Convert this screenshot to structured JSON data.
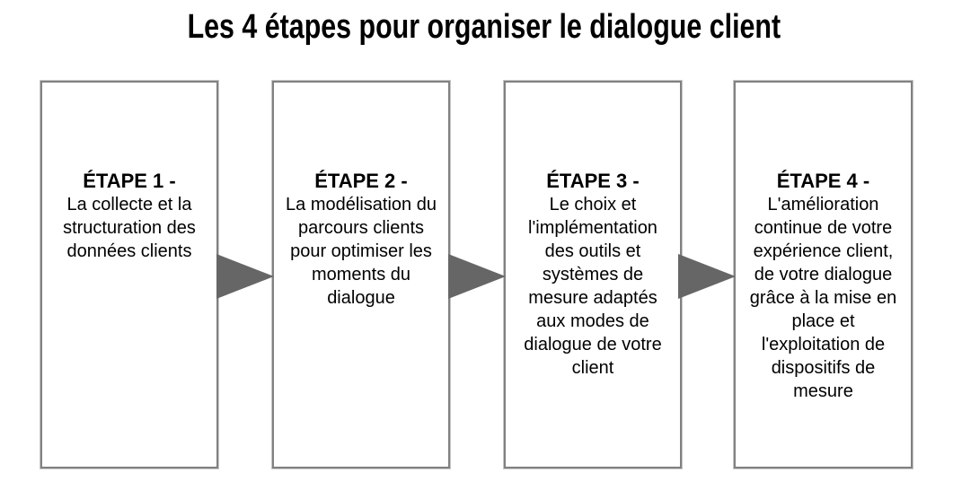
{
  "title": "Les 4 étapes pour organiser le dialogue client",
  "colors": {
    "background": "#ffffff",
    "text": "#000000",
    "box_border": "#818181",
    "arrow": "#666666"
  },
  "steps": [
    {
      "heading": "ÉTAPE 1 -",
      "body": "La collecte et la\nstructuration des\ndonnées clients"
    },
    {
      "heading": "ÉTAPE 2 -",
      "body": "La modélisation du\nparcours clients\npour optimiser les\nmoments du\ndialogue"
    },
    {
      "heading": "ÉTAPE 3 -",
      "body": "Le choix et\nl'implémentation\ndes outils et\nsystèmes de\nmesure adaptés\naux modes de\ndialogue de votre\nclient"
    },
    {
      "heading": "ÉTAPE 4 -",
      "body": "L'amélioration\ncontinue de votre\nexpérience client,\nde votre dialogue\ngrâce à la mise en\nplace et\nl'exploitation de\ndispositifs de\nmesure"
    }
  ],
  "arrow_icon": "triangle-right"
}
